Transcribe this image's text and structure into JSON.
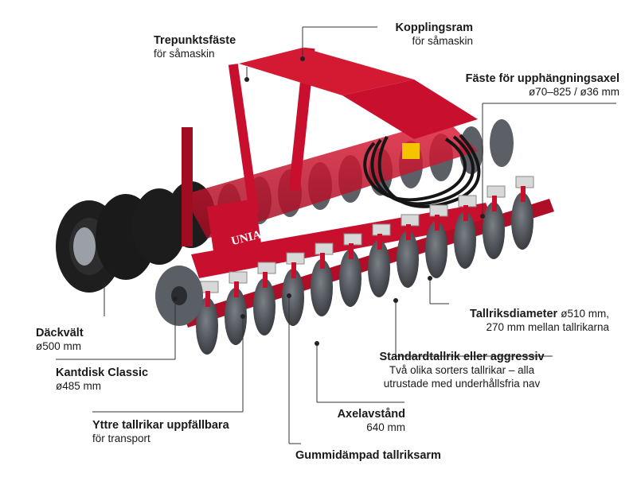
{
  "colors": {
    "frame_red": "#c8102e",
    "frame_dark": "#8e0b1f",
    "disc_steel": "#4a4e55",
    "tire_black": "#1e1e1e",
    "hub_grey": "#9aa0a6",
    "hose_black": "#151515",
    "leader_line": "#333333"
  },
  "machine": {
    "brand": "UNIA"
  },
  "labels": {
    "trepunktsfaste": {
      "title": "Trepunktsfäste",
      "sub": "för såmaskin"
    },
    "kopplingsram": {
      "title": "Kopplingsram",
      "sub": "för såmaskin"
    },
    "faste_upphangning": {
      "title": "Fäste för upphängningsaxel",
      "sub": "ø70–825 / ø36 mm"
    },
    "tallriksdiameter": {
      "title": "Tallriksdiameter",
      "title_inline": "ø510 mm,",
      "sub": "270 mm mellan tallrikarna"
    },
    "standardtallrik": {
      "title": "Standardtallrik eller aggressiv",
      "sub1": "Två olika sorters tallrikar – alla",
      "sub2": "utrustade med underhållsfria nav"
    },
    "dackvalt": {
      "title": "Däckvält",
      "sub": "ø500 mm"
    },
    "kantdisk": {
      "title": "Kantdisk Classic",
      "sub": "ø485 mm"
    },
    "yttre_tallrikar": {
      "title": "Yttre tallrikar uppfällbara",
      "sub": "för transport"
    },
    "axelavstand": {
      "title": "Axelavstånd",
      "sub": "640 mm"
    },
    "gummidampad": {
      "title": "Gummidämpad tallriksarm"
    }
  }
}
